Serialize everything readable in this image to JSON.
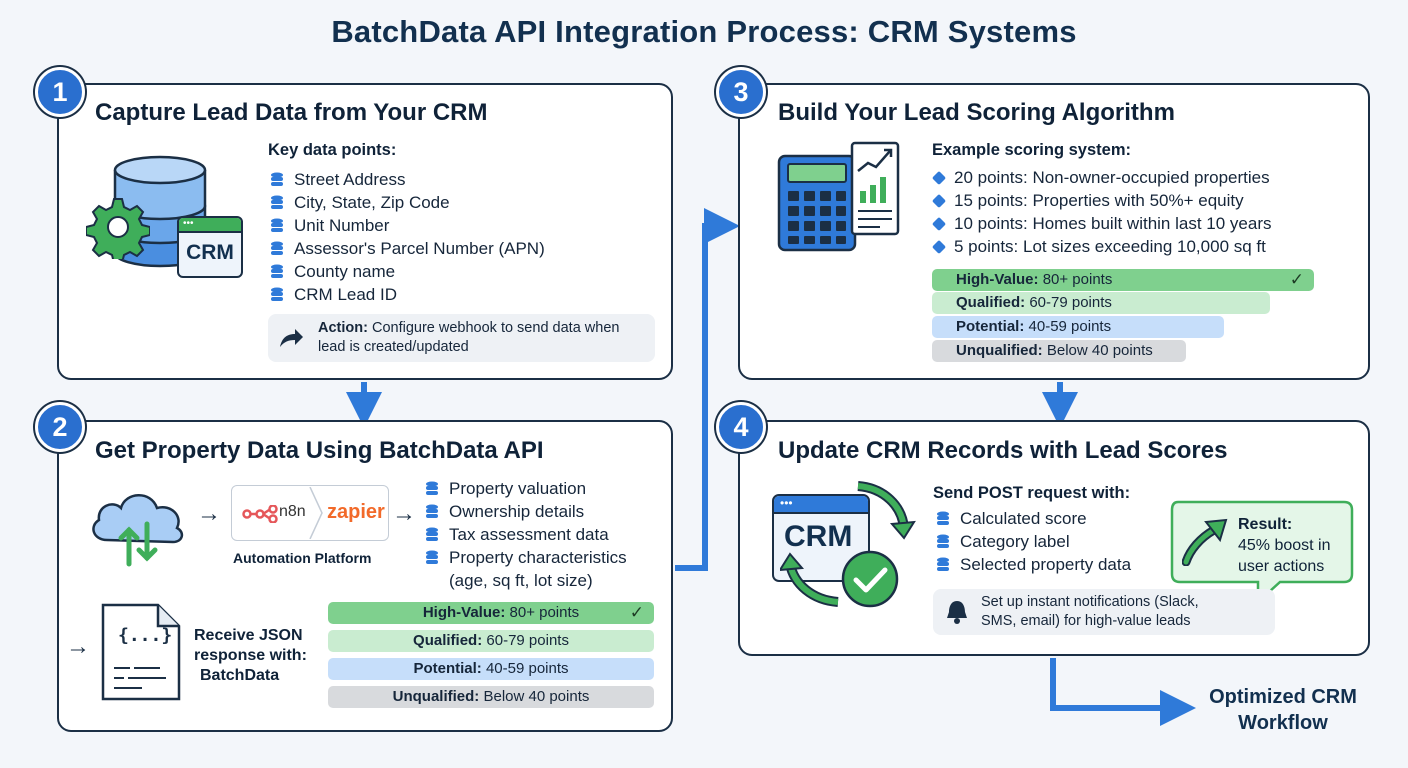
{
  "title": "BatchData API Integration Process: CRM Systems",
  "steps": [
    {
      "number": "1",
      "title": "Capture Lead Data from Your CRM",
      "subhead": "Key data points:",
      "items": [
        "Street Address",
        "City, State, Zip Code",
        "Unit Number",
        "Assessor's Parcel Number (APN)",
        "County name",
        "CRM Lead ID"
      ],
      "crm_label": "CRM",
      "action_label": "Action:",
      "action_line1": "Configure webhook to send data when",
      "action_line2": "lead is created/updated"
    },
    {
      "number": "2",
      "title": "Get Property Data Using BatchData API",
      "n8n_label": "n8n",
      "zapier_label": "zapier",
      "platform_label": "Automation Platform",
      "items": [
        "Property valuation",
        "Ownership details",
        "Tax assessment data",
        "Property characteristics"
      ],
      "items_extra": "(age, sq ft, lot size)",
      "json_line1": "Receive JSON",
      "json_line2": "response with:",
      "json_line3": "BatchData",
      "json_icon": "{...}",
      "tiers": [
        {
          "label": "High-Value:",
          "value": "80+ points",
          "check": "✓"
        },
        {
          "label": "Qualified:",
          "value": "60-79 points"
        },
        {
          "label": "Potential:",
          "value": "40-59 points"
        },
        {
          "label": "Unqualified:",
          "value": "Below 40 points"
        }
      ]
    },
    {
      "number": "3",
      "title": "Build Your Lead Scoring Algorithm",
      "subhead": "Example scoring system:",
      "items": [
        "20 points: Non-owner-occupied properties",
        "15 points: Properties with 50%+ equity",
        "10 points: Homes built within last 10 years",
        "5 points: Lot sizes exceeding 10,000 sq ft"
      ],
      "tiers": [
        {
          "label": "High-Value:",
          "value": "80+ points",
          "check": "✓"
        },
        {
          "label": "Qualified:",
          "value": "60-79 points"
        },
        {
          "label": "Potential:",
          "value": "40-59 points"
        },
        {
          "label": "Unqualified:",
          "value": "Below 40 points"
        }
      ]
    },
    {
      "number": "4",
      "title": "Update CRM Records with Lead Scores",
      "subhead": "Send POST request with:",
      "items": [
        "Calculated score",
        "Category label",
        "Selected property data"
      ],
      "crm_label": "CRM",
      "result_label": "Result:",
      "result_line1": "45% boost in",
      "result_line2": "user actions",
      "notify_line1": "Set up instant notifications (Slack,",
      "notify_line2": "SMS, email) for high-value leads"
    }
  ],
  "final": {
    "line1": "Optimized CRM",
    "line2": "Workflow"
  },
  "colors": {
    "accent": "#2a6fcf",
    "arrow": "#2f7ad9",
    "border": "#1b2f45",
    "high": "#7fd08e",
    "qualified": "#c9ecd0",
    "potential": "#c6defa",
    "unqualified": "#d8dadd"
  },
  "icons": [
    "database-icon",
    "gear-icon",
    "crm-window-icon",
    "share-arrow-icon",
    "cloud-sync-icon",
    "n8n-logo-icon",
    "json-file-icon",
    "calculator-icon",
    "growth-chart-icon",
    "refresh-cycle-icon",
    "check-circle-icon",
    "trend-up-icon",
    "bell-icon"
  ]
}
